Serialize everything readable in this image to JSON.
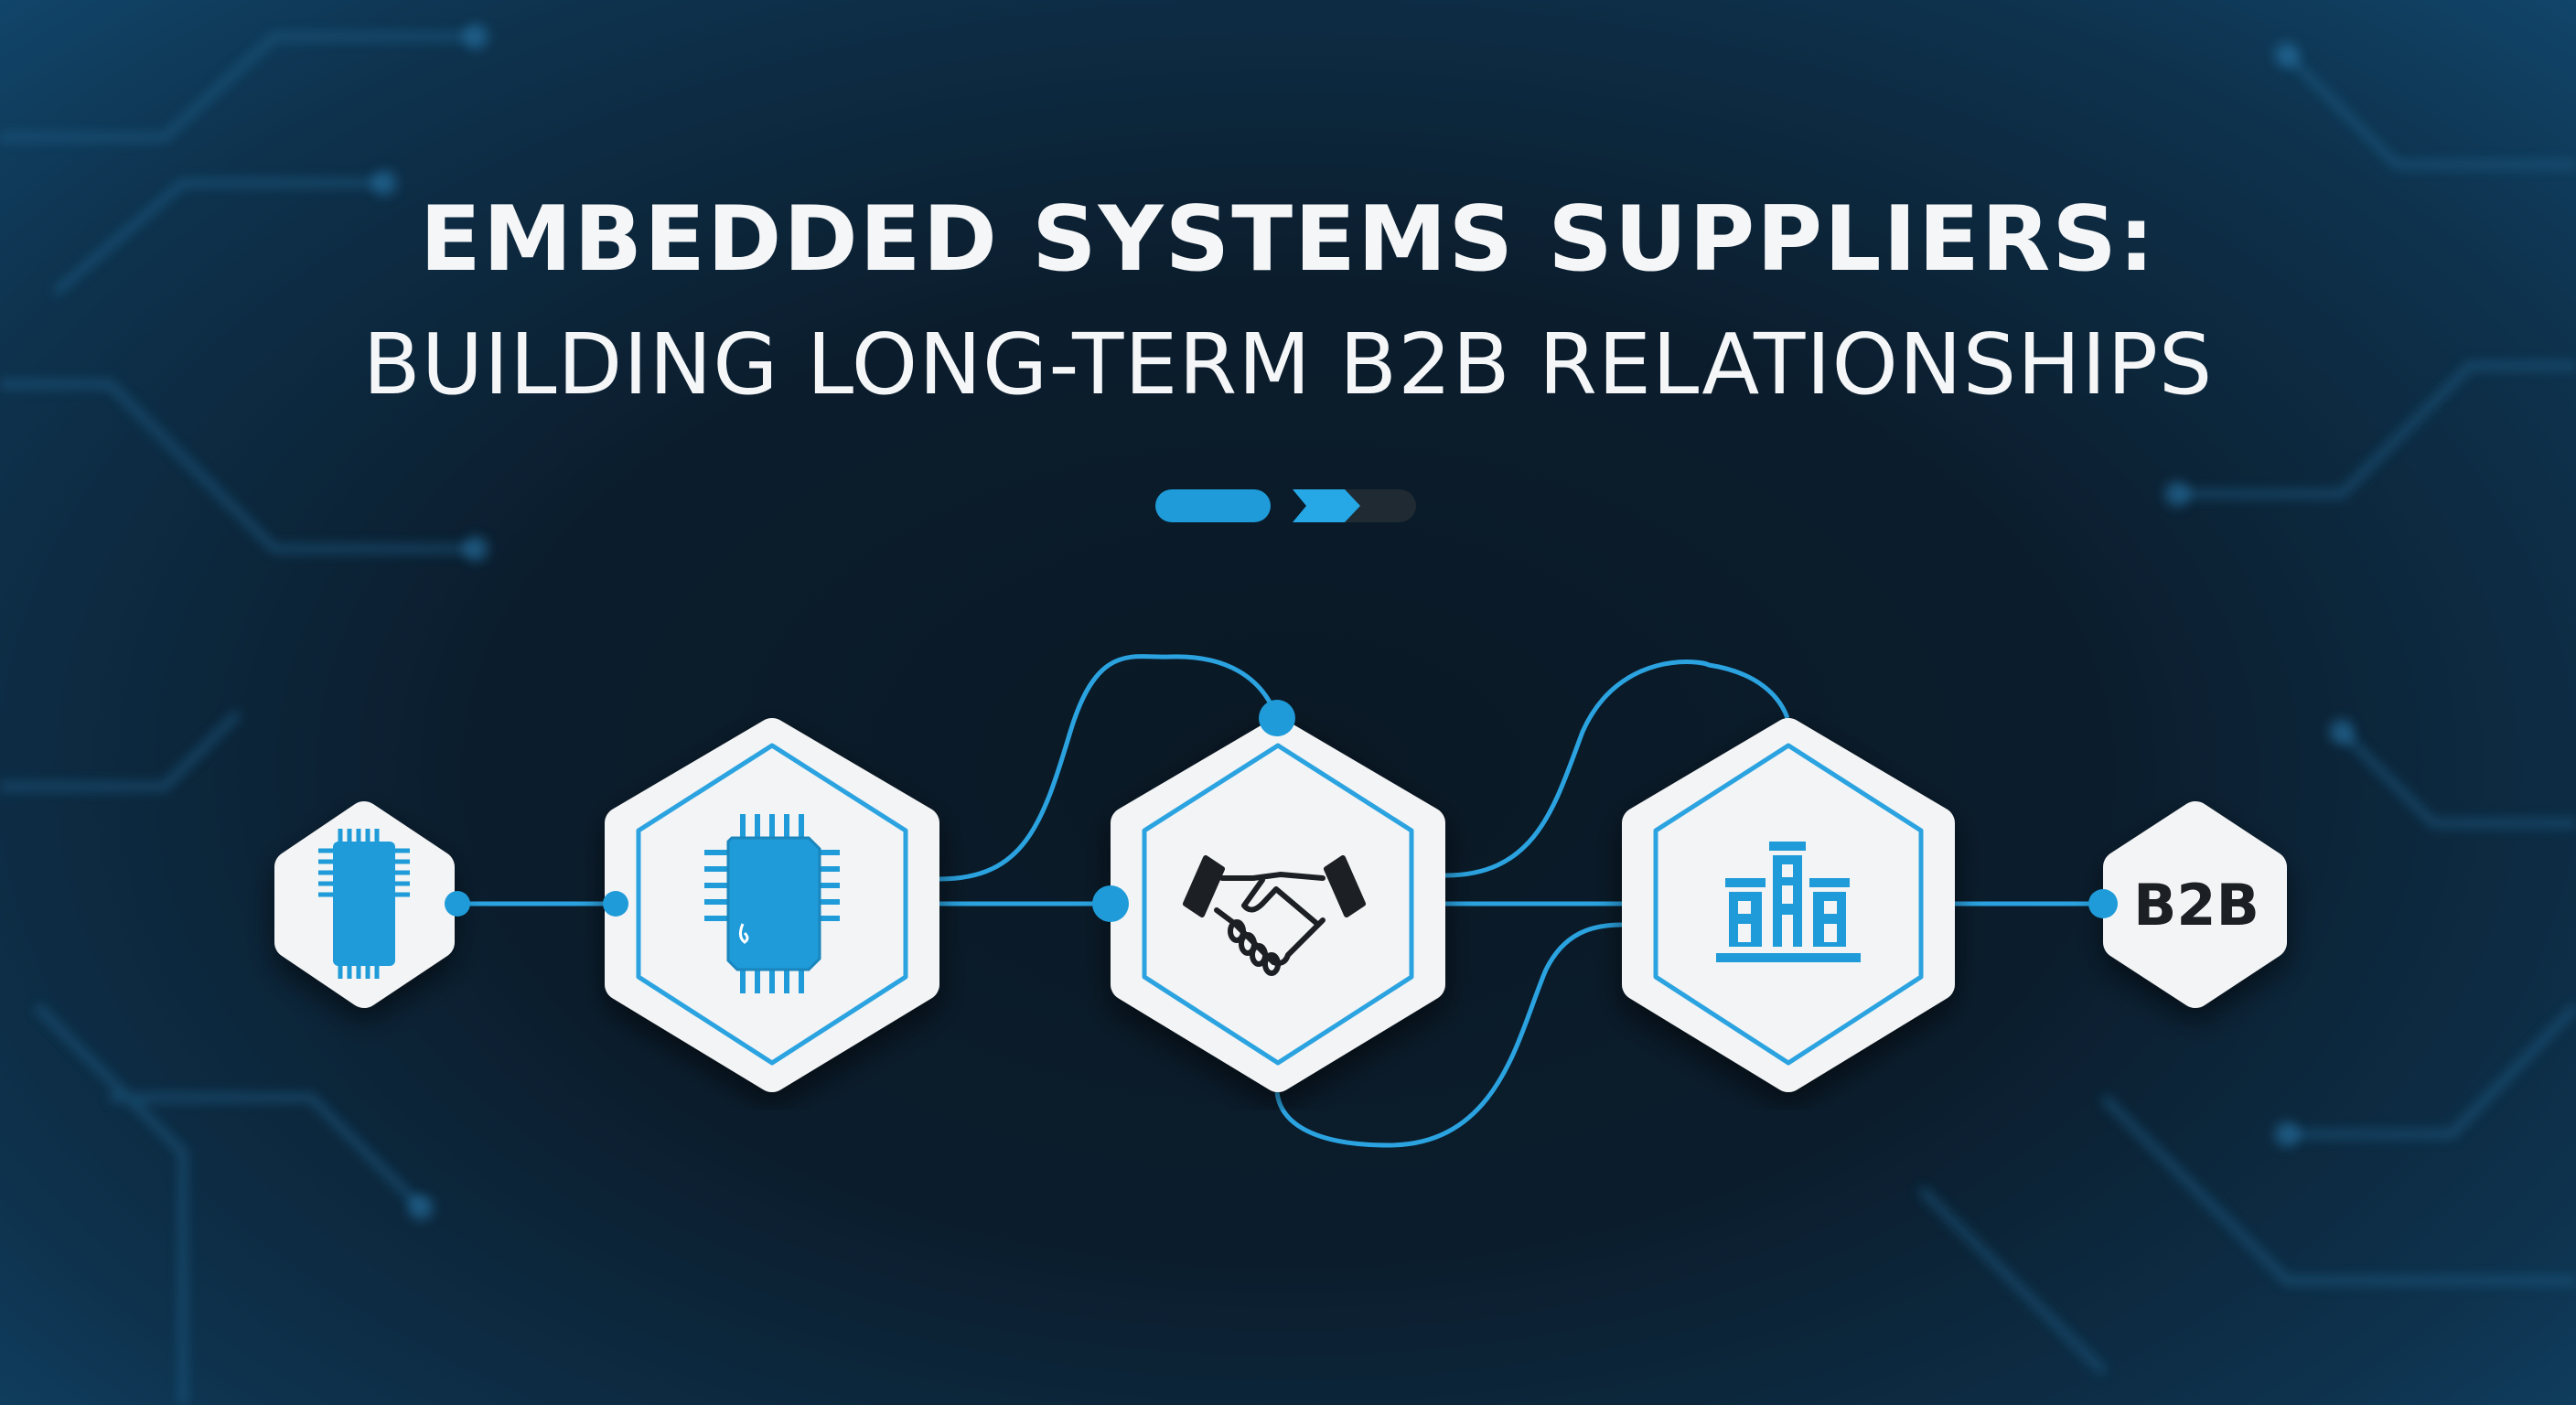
{
  "header": {
    "title_line1": "EMBEDDED SYSTEMS SUPPLIERS:",
    "title_line2": "BUILDING LONG-TERM B2B RELATIONSHIPS"
  },
  "progress_indicator": {
    "steps": 3,
    "active_step": 2
  },
  "flow": {
    "nodes": [
      {
        "icon": "microchip-small-icon"
      },
      {
        "icon": "microchip-icon"
      },
      {
        "icon": "handshake-icon"
      },
      {
        "icon": "building-icon"
      },
      {
        "label": "B2B"
      }
    ]
  },
  "colors": {
    "accent": "#1e9bd8",
    "background": "#0b1a28",
    "node_fill": "#f3f4f5",
    "text": "#f4f6f8"
  }
}
